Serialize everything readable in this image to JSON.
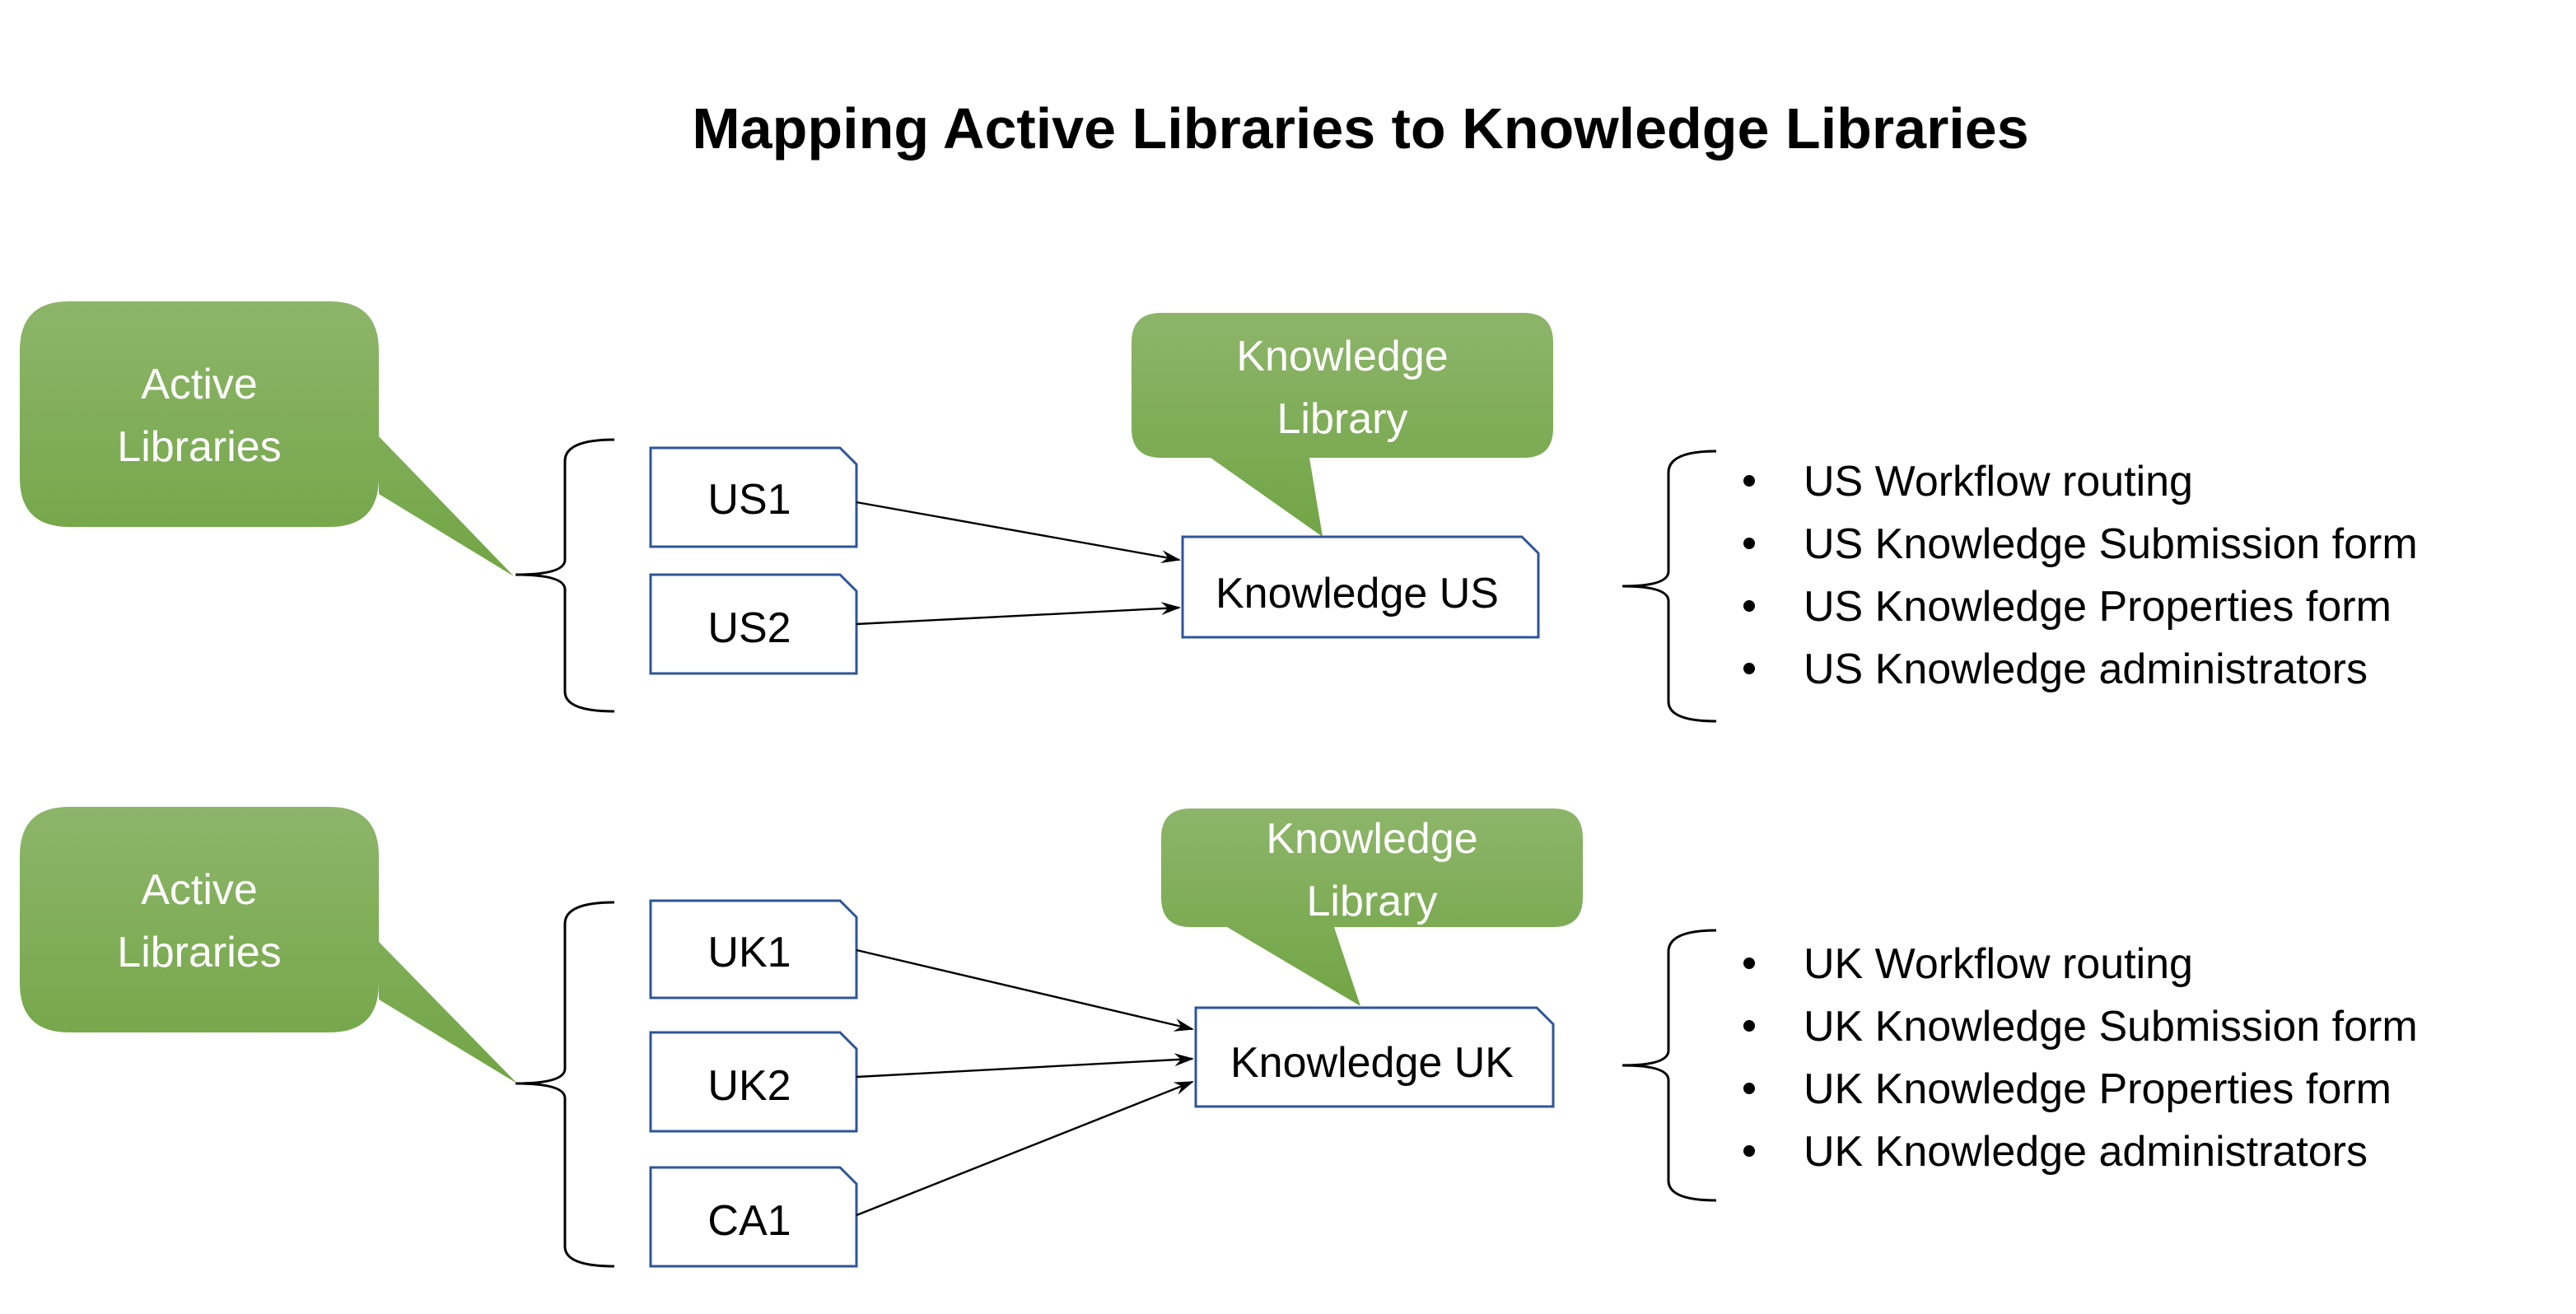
{
  "title": "Mapping Active Libraries to Knowledge Libraries",
  "colors": {
    "callout_top": "#8db56a",
    "callout_bottom": "#72a545",
    "box_border": "#2f5597"
  },
  "groups": [
    {
      "active_callout": [
        "Active",
        "Libraries"
      ],
      "knowledge_callout": [
        "Knowledge",
        "Library"
      ],
      "active_libraries": [
        "US1",
        "US2"
      ],
      "knowledge_library": "Knowledge US",
      "features": [
        "US Workflow routing",
        "US Knowledge Submission form",
        "US Knowledge Properties form",
        "US Knowledge administrators"
      ]
    },
    {
      "active_callout": [
        "Active",
        "Libraries"
      ],
      "knowledge_callout": [
        "Knowledge",
        "Library"
      ],
      "active_libraries": [
        "UK1",
        "UK2",
        "CA1"
      ],
      "knowledge_library": "Knowledge UK",
      "features": [
        "UK Workflow routing",
        "UK Knowledge Submission form",
        "UK Knowledge Properties form",
        "UK Knowledge administrators"
      ]
    }
  ]
}
